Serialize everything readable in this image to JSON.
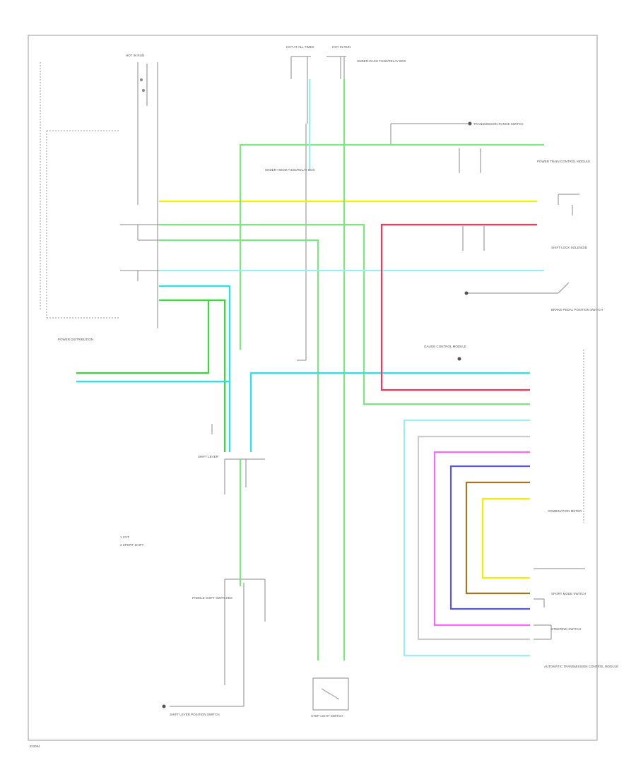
{
  "diagram": {
    "footer_code": "ID3094",
    "legend": {
      "item_1": "1 CVT",
      "item_2": "2 SPORT SHIFT"
    },
    "labels": {
      "fuse_left": "HOT IN RUN",
      "fuse_top_1": "HOT AT ALL TIMES",
      "fuse_top_2": "HOT IN RUN",
      "fuse_top_note": "UNDER-DASH FUSE/RELAY BOX",
      "box_mid": "UNDER-HOOD FUSE/RELAY BOX",
      "transmission_range": "TRANSMISSION RANGE SWITCH",
      "sensor_top_right": "POWER TRAIN CONTROL MODULE",
      "shift_lock": "SHIFT LOCK SOLENOID",
      "brake_switch": "BRAKE PEDAL POSITION SWITCH",
      "gauge_control": "GAUGE CONTROL MODULE",
      "combination_meter": "COMBINATION METER",
      "power_left": "POWER DISTRIBUTION",
      "shift_lever": "SHIFT LEVER",
      "paddle_switch": "PADDLE SHIFT SWITCHES",
      "sport_mode": "SPORT MODE SWITCH",
      "steering_switch": "STEERING SWITCH",
      "bottom_left": "SHIFT LEVER POSITION SWITCH",
      "bottom_center": "STOP LIGHT SWITCH",
      "bottom_right": "AUTOMATIC TRANSMISSION CONTROL MODULE"
    },
    "wire_colors": {
      "yellow": "#f0f000",
      "green": "#33dd33",
      "light_green": "#7be87b",
      "cyan": "#22e6ee",
      "light_cyan": "#99f0f4",
      "red": "#ff3355",
      "magenta": "#ff66ff",
      "blue": "#5555ff",
      "brown": "#a07820",
      "gray": "#8a8a8a",
      "light_gray": "#cccccc"
    }
  }
}
